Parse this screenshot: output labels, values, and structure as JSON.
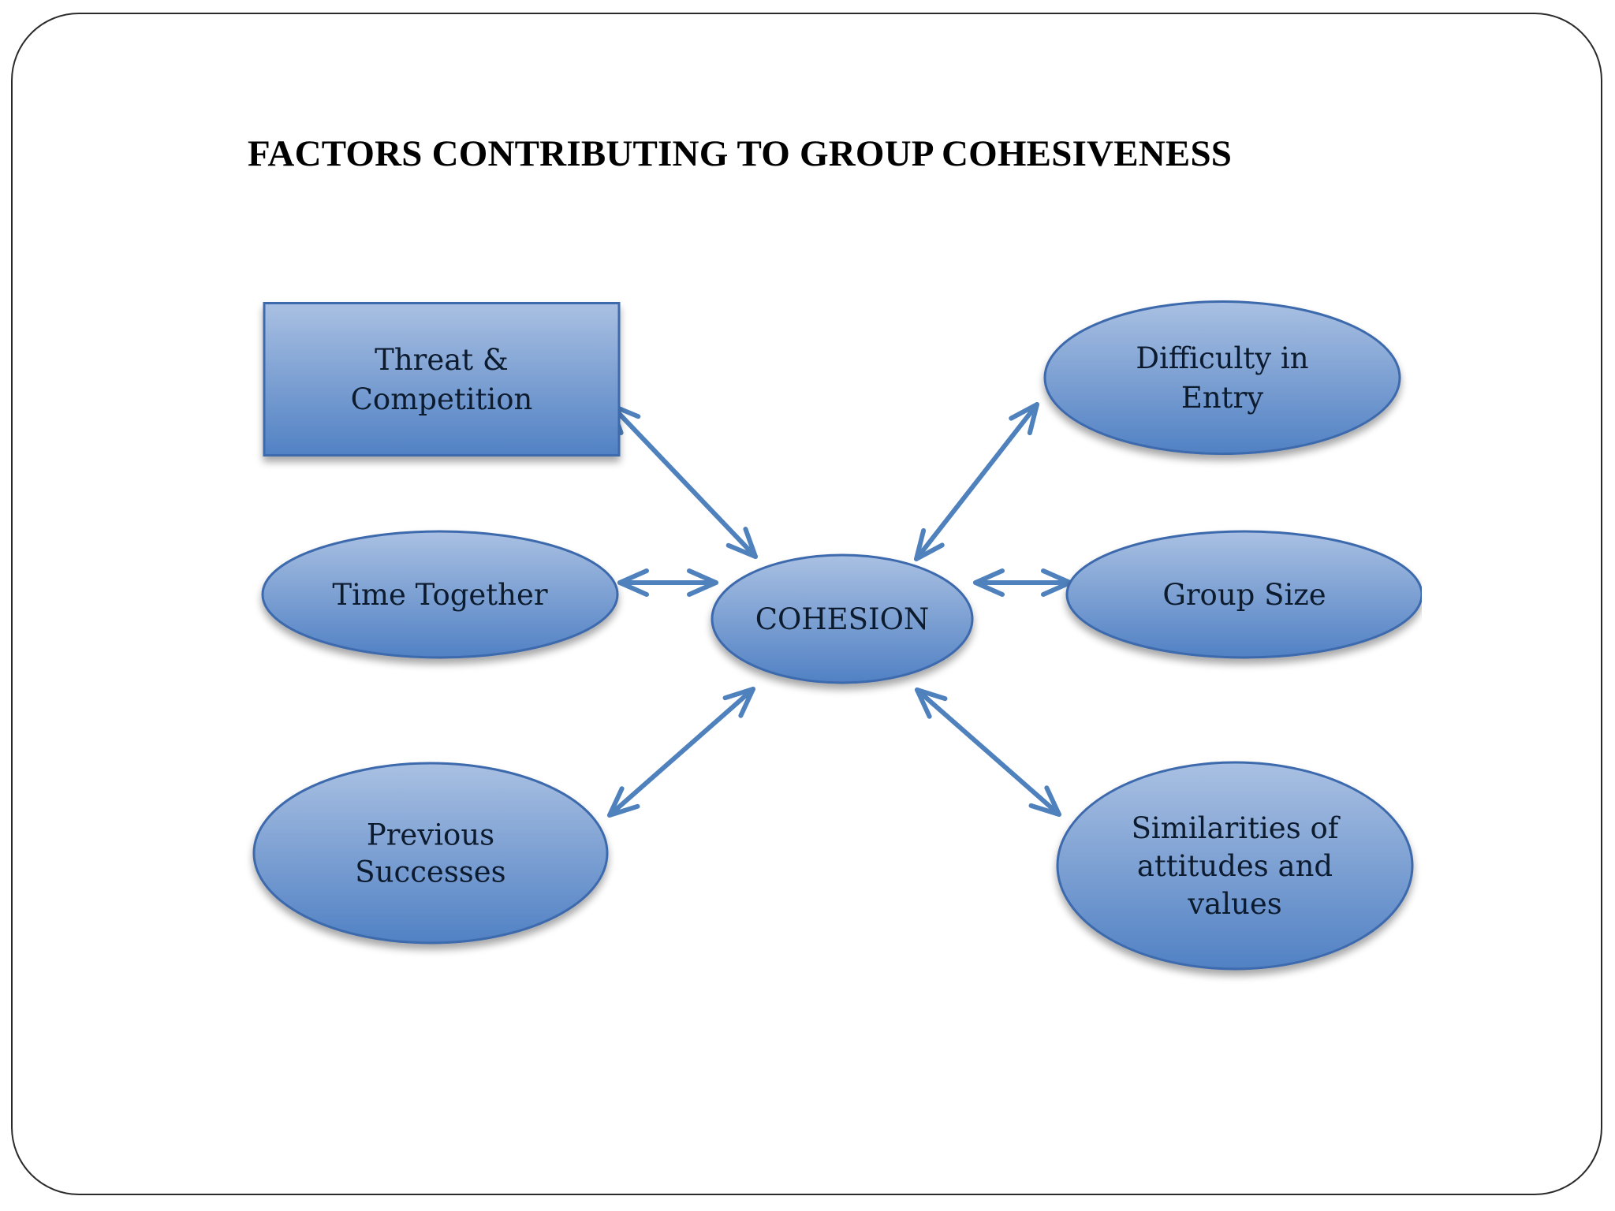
{
  "title": "FACTORS CONTRIBUTING TO GROUP COHESIVENESS",
  "colors": {
    "node_fill_top": "#a9c0e2",
    "node_fill_bottom": "#5181c4",
    "node_stroke": "#3d69ad",
    "arrow": "#4f81bd",
    "frame_border": "#2b2b2b",
    "title_text": "#000000",
    "label_text": "#0d1b2e"
  },
  "diagram": {
    "center": {
      "id": "cohesion",
      "shape": "ellipse",
      "lines": [
        "COHESION"
      ]
    },
    "factors": [
      {
        "id": "threat-competition",
        "shape": "rectangle",
        "lines": [
          "Threat &",
          "Competition"
        ]
      },
      {
        "id": "time-together",
        "shape": "ellipse",
        "lines": [
          "Time Together"
        ]
      },
      {
        "id": "previous-successes",
        "shape": "ellipse",
        "lines": [
          "Previous",
          "Successes"
        ]
      },
      {
        "id": "difficulty-in-entry",
        "shape": "ellipse",
        "lines": [
          "Difficulty in",
          "Entry"
        ]
      },
      {
        "id": "group-size",
        "shape": "ellipse",
        "lines": [
          "Group Size"
        ]
      },
      {
        "id": "similarities",
        "shape": "ellipse",
        "lines": [
          "Similarities of",
          "attitudes and",
          "values"
        ]
      }
    ],
    "connections": [
      {
        "from": "threat-competition",
        "to": "cohesion",
        "direction": "both"
      },
      {
        "from": "time-together",
        "to": "cohesion",
        "direction": "both"
      },
      {
        "from": "previous-successes",
        "to": "cohesion",
        "direction": "both"
      },
      {
        "from": "difficulty-in-entry",
        "to": "cohesion",
        "direction": "both"
      },
      {
        "from": "group-size",
        "to": "cohesion",
        "direction": "both"
      },
      {
        "from": "similarities",
        "to": "cohesion",
        "direction": "both"
      }
    ]
  }
}
